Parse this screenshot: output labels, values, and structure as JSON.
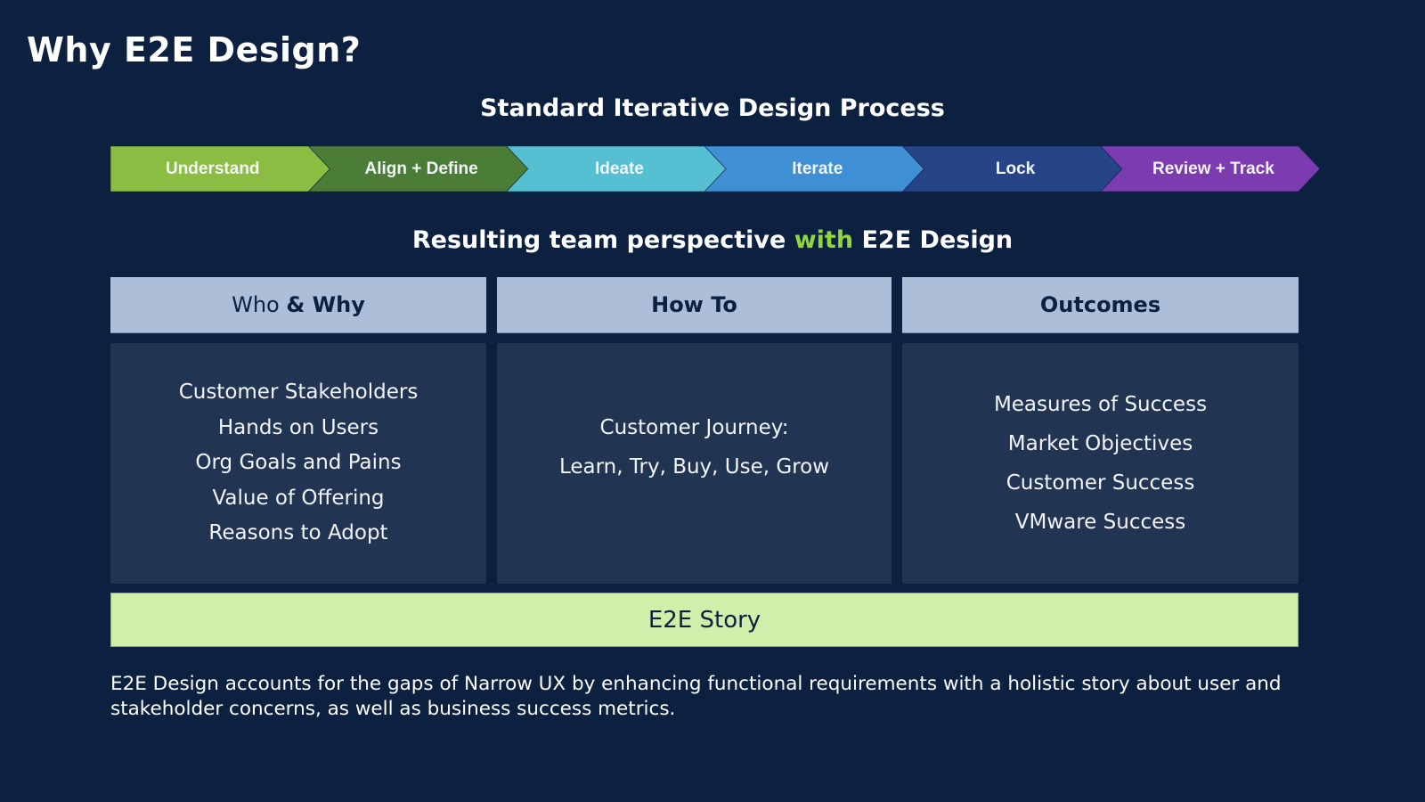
{
  "slide": {
    "title": "Why E2E Design?",
    "process_title": "Standard Iterative Design Process",
    "process_steps": [
      {
        "label": "Understand",
        "color": "#8bbd42"
      },
      {
        "label": "Align + Define",
        "color": "#4b7d37"
      },
      {
        "label": "Ideate",
        "color": "#57bfd2"
      },
      {
        "label": "Iterate",
        "color": "#3f8fd5"
      },
      {
        "label": "Lock",
        "color": "#264587"
      },
      {
        "label": "Review + Track",
        "color": "#7a3cae"
      }
    ],
    "perspective_title": {
      "before": "Resulting team perspective ",
      "accent": "with",
      "after": " E2E Design",
      "accent_color": "#8fd63a"
    },
    "columns": [
      {
        "header_regular": "Who ",
        "header_bold": "& Why",
        "items": [
          "Customer Stakeholders",
          "Hands on Users",
          "Org Goals and Pains",
          "Value of Offering",
          "Reasons to Adopt"
        ]
      },
      {
        "header_regular": "",
        "header_bold": "How To",
        "items": [
          "Customer Journey:",
          "Learn, Try, Buy, Use, Grow"
        ]
      },
      {
        "header_regular": "",
        "header_bold": "Outcomes",
        "items": [
          "Measures of Success",
          "Market Objectives",
          "Customer Success",
          "VMware Success"
        ]
      }
    ],
    "story_label": "E2E Story",
    "footnote": "E2E Design accounts for the gaps of Narrow UX by enhancing functional requirements with a holistic story about user and stakeholder concerns, as well as business success metrics."
  },
  "colors": {
    "background": "#0c2040",
    "header_fill": "#adbfd8",
    "body_fill": "#213553",
    "story_fill": "#d2eeab"
  }
}
